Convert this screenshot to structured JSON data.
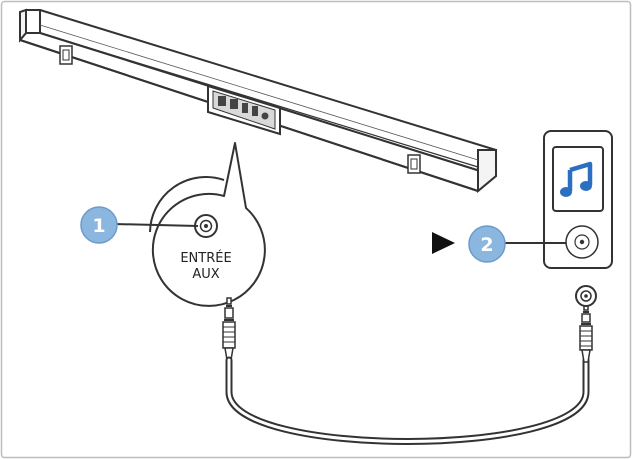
{
  "diagram": {
    "callout": {
      "label_line1": "ENTRÉE",
      "label_line2": "AUX"
    },
    "steps": [
      {
        "number": "1"
      },
      {
        "number": "2"
      }
    ],
    "colors": {
      "step_badge": "#8ab6e0",
      "step_badge_edge": "#6d9bc9",
      "music_note": "#2a6fc0",
      "outline": "#333333"
    },
    "icons": [
      "soundbar",
      "aux-input-jack",
      "music-player",
      "music-note-icon",
      "play-arrow-icon",
      "audio-cable",
      "headphone-plug"
    ]
  }
}
